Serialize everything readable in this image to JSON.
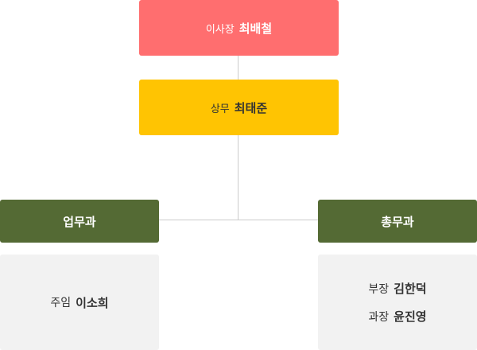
{
  "colors": {
    "chairman_bg": "#ff6e6f",
    "director_bg": "#ffc402",
    "dept_bg": "#546a34",
    "staff_bg": "#f2f2f2",
    "connector": "#cccccc"
  },
  "chairman": {
    "title": "이사장",
    "name": "최배철"
  },
  "director": {
    "title": "상무",
    "name": "최태준"
  },
  "departments": [
    {
      "label": "업무과",
      "staff": [
        {
          "title": "주임",
          "name": "이소희"
        }
      ]
    },
    {
      "label": "총무과",
      "staff": [
        {
          "title": "부장",
          "name": "김한덕"
        },
        {
          "title": "과장",
          "name": "윤진영"
        }
      ]
    }
  ]
}
